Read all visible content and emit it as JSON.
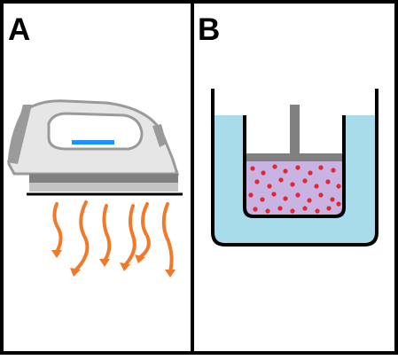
{
  "panels": [
    {
      "label": "A",
      "content": "iron-with-heat-waves"
    },
    {
      "label": "B",
      "content": "beaker-with-piston-and-particles"
    }
  ],
  "colors": {
    "frame": "#000000",
    "iron_body": "#e6e6e6",
    "iron_outline": "#9a9a9a",
    "iron_soleplate": "#808080",
    "iron_accent": "#1e90ff",
    "heat_waves": "#f07a2a",
    "water": "#a8dcea",
    "beaker_wall": "#000000",
    "piston": "#808080",
    "gas_region": "#c9b3e3",
    "particles": "#e3262d"
  }
}
